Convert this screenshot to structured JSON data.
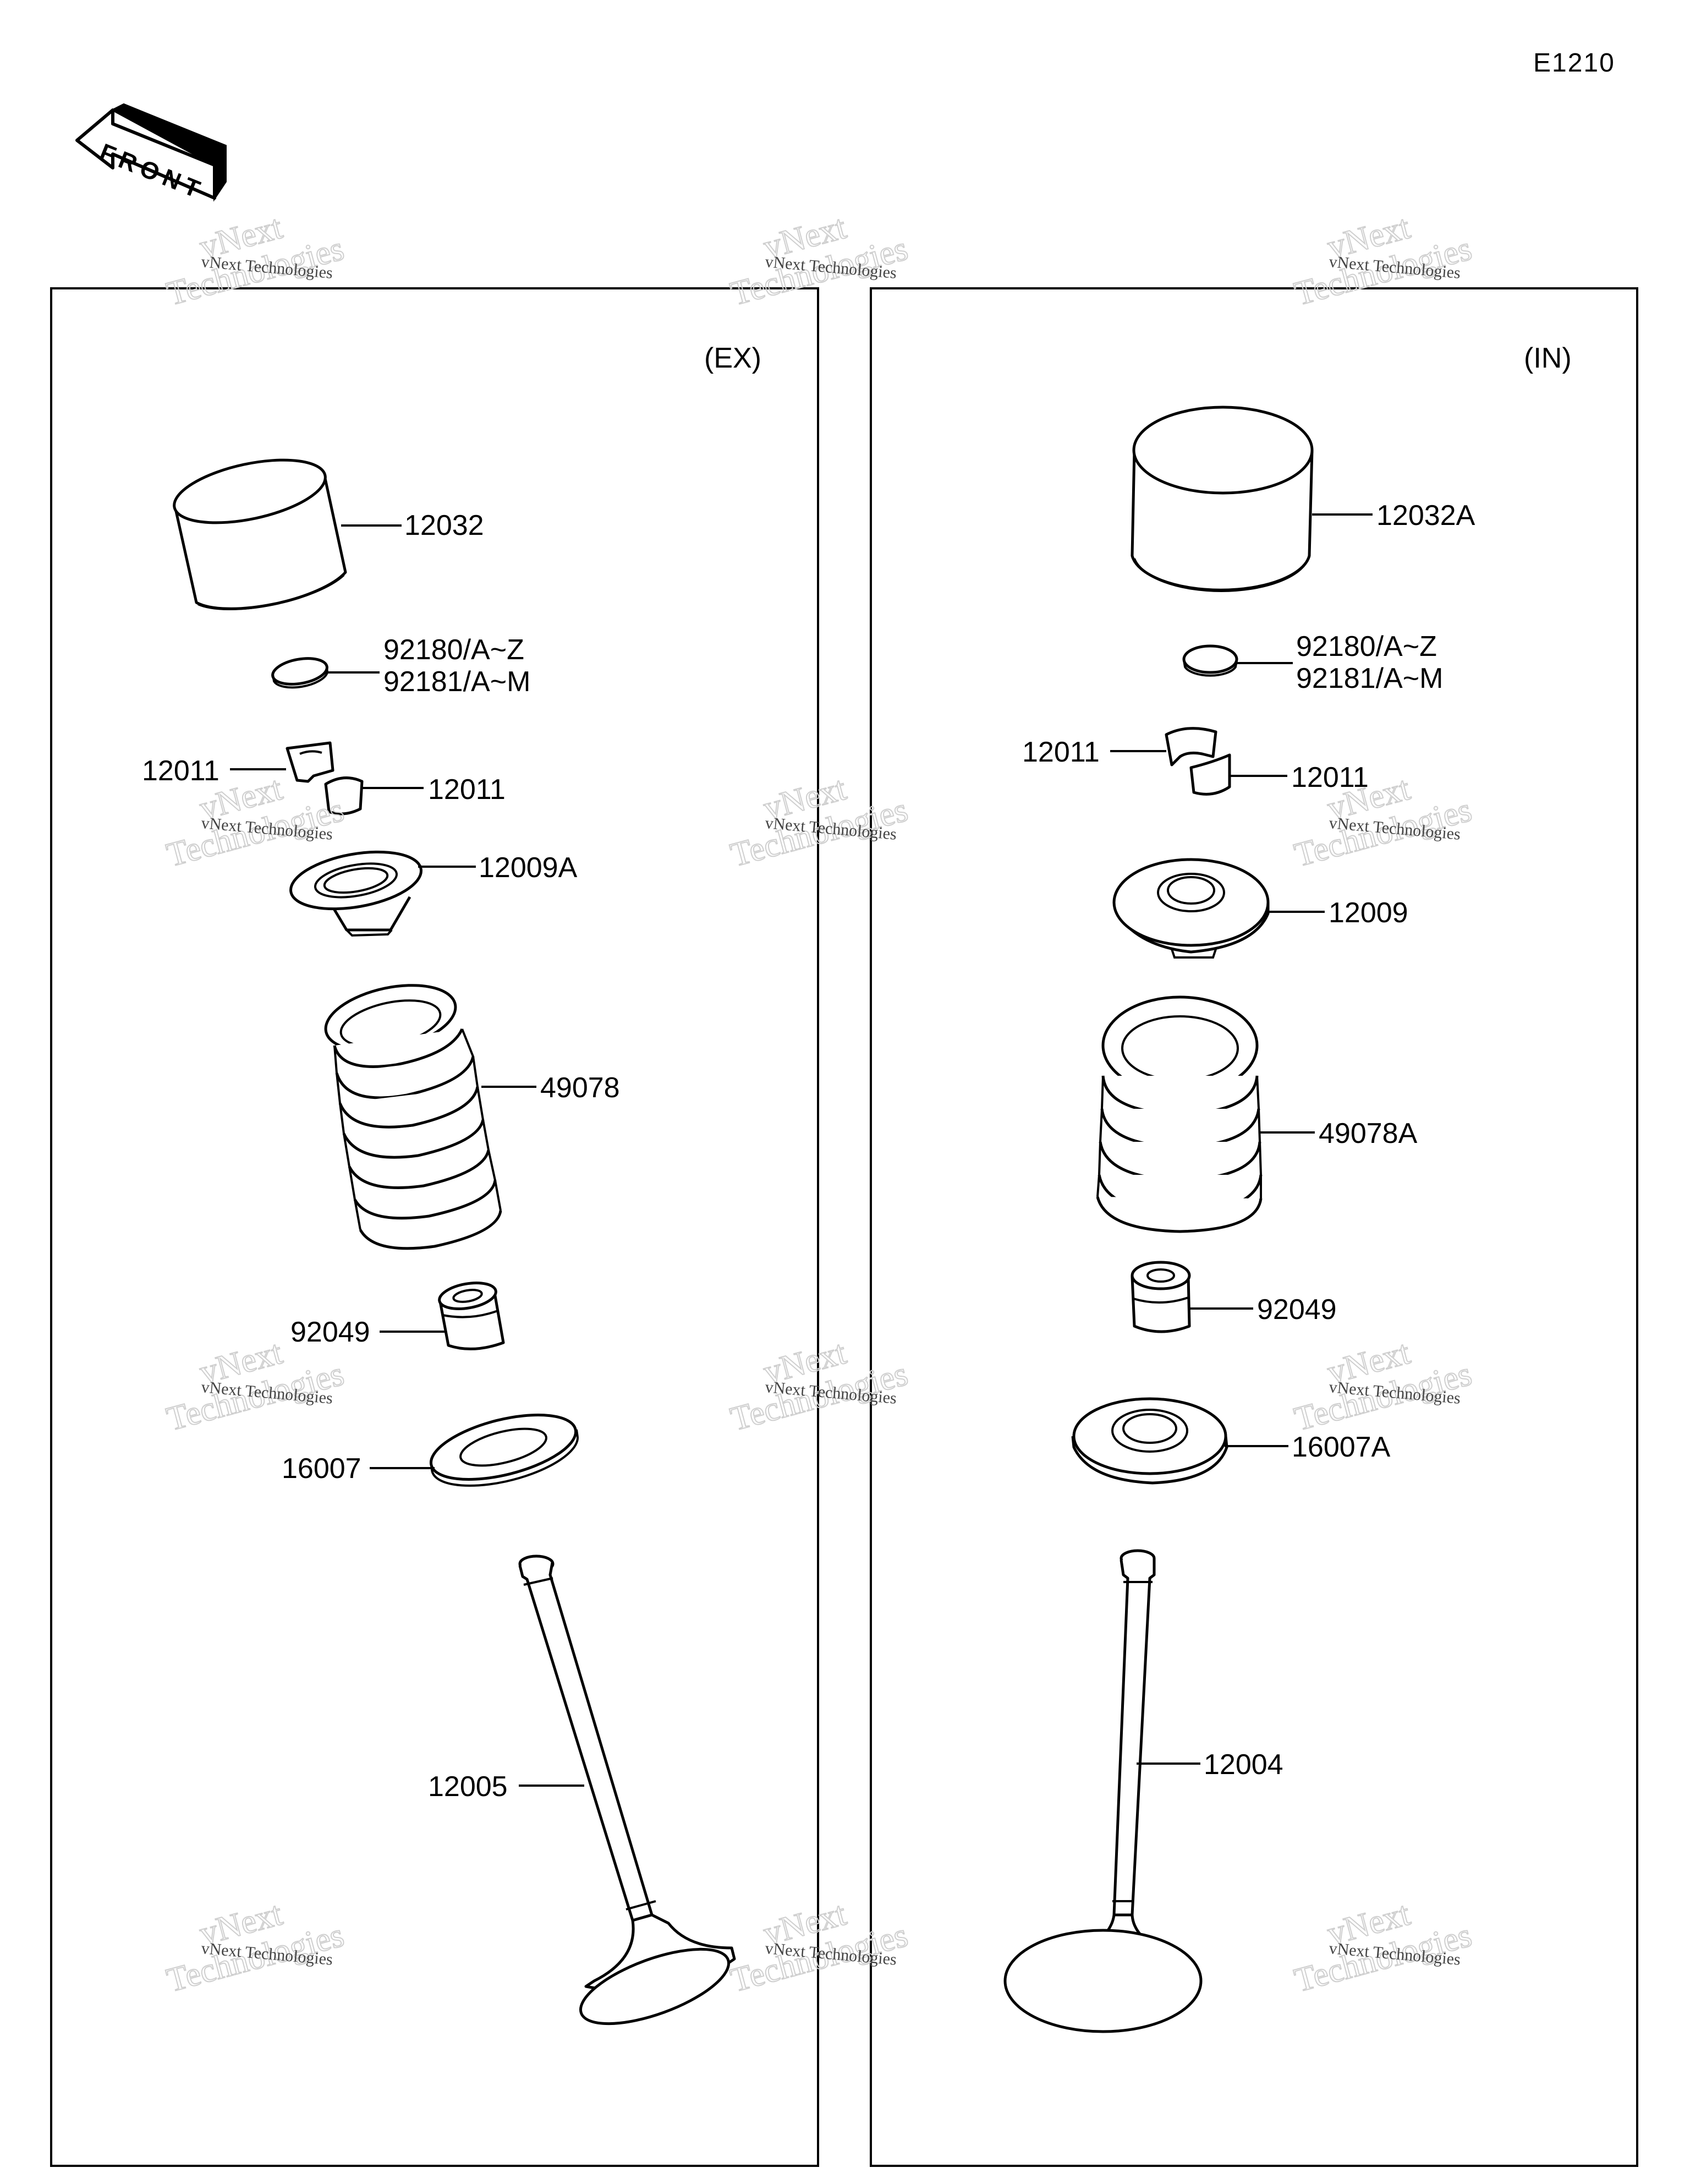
{
  "diagram_code": "E1210",
  "front_arrow_text": "FRONT",
  "panels": {
    "exhaust": {
      "title": "(EX)",
      "parts": {
        "tappet": "12032",
        "shim_1": "92180/A~Z",
        "shim_2": "92181/A~M",
        "cotter_a": "12011",
        "cotter_b": "12011",
        "retainer": "12009A",
        "spring": "49078",
        "stem_seal": "92049",
        "spring_seat": "16007",
        "valve": "12005"
      }
    },
    "intake": {
      "title": "(IN)",
      "parts": {
        "tappet": "12032A",
        "shim_1": "92180/A~Z",
        "shim_2": "92181/A~M",
        "cotter_a": "12011",
        "cotter_b": "12011",
        "retainer": "12009",
        "spring": "49078A",
        "stem_seal": "92049",
        "spring_seat": "16007A",
        "valve": "12004"
      }
    }
  },
  "watermark": {
    "line1": "vNext Technologies",
    "line2": "vNext",
    "line3": "Technologies"
  }
}
